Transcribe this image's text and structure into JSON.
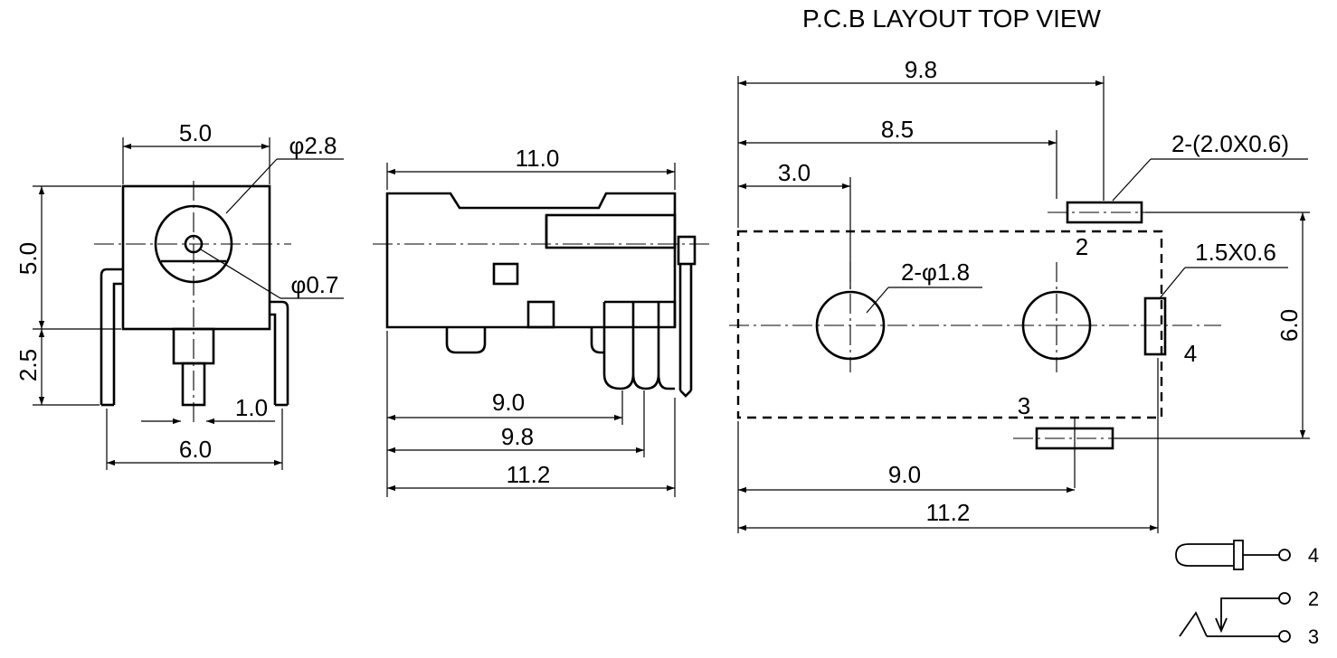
{
  "title": "P.C.B LAYOUT TOP VIEW",
  "front_view": {
    "width_top": "5.0",
    "height": "5.0",
    "leg": "2.5",
    "hole_dia": "φ2.8",
    "pin_dia": "φ0.7",
    "pin_w": "1.0",
    "width_bottom": "6.0"
  },
  "side_view": {
    "length_top": "11.0",
    "d1": "9.0",
    "d2": "9.8",
    "d3": "11.2"
  },
  "pcb_layout": {
    "w1": "9.8",
    "w2": "8.5",
    "w3": "3.0",
    "pad2_label": "2-(2.0X0.6)",
    "pad2_num": "2",
    "hole_label": "2-φ1.8",
    "pad4_label": "1.5X0.6",
    "pad4_num": "4",
    "height": "6.0",
    "pad3_num": "3",
    "w4": "9.0",
    "w5": "11.2"
  },
  "schematic": {
    "pin_a": "4",
    "pin_b": "2",
    "pin_c": "3"
  }
}
